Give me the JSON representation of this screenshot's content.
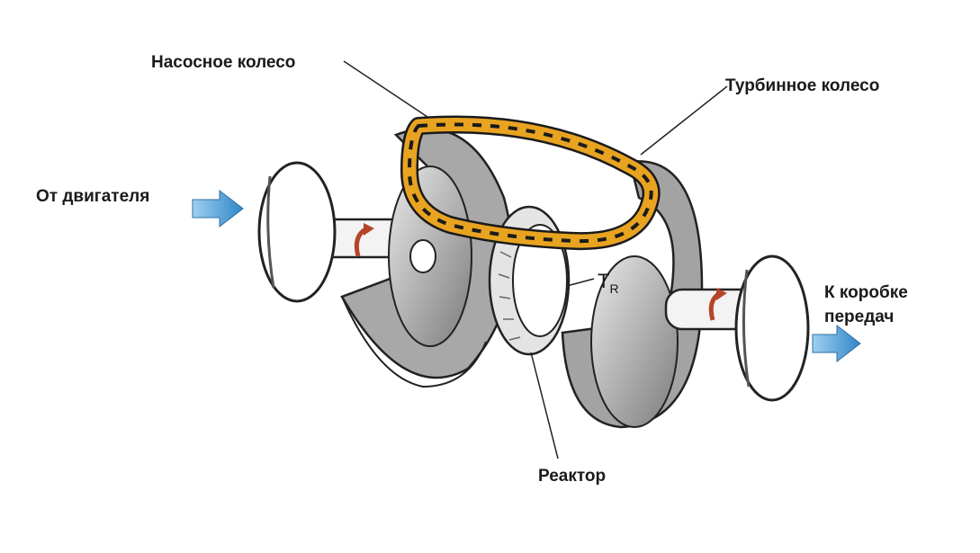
{
  "labels": {
    "pump_wheel": "Насосное колесо",
    "turbine_wheel": "Турбинное колесо",
    "from_engine": "От двигателя",
    "to_gearbox_line1": "К коробке",
    "to_gearbox_line2": "передач",
    "reactor": "Реактор",
    "torque_symbol": "T",
    "torque_subscript": "R"
  },
  "colors": {
    "flow_orange": "#e8a321",
    "flow_arrow": "#1a1a1a",
    "input_output_arrow": "#4a9fd8",
    "rotation_arrow": "#b5452a",
    "part_gray": "#8c8c8c",
    "part_light": "#d7d7d7"
  },
  "icons": [
    "input-arrow-icon",
    "output-arrow-icon",
    "rotation-arrow-icon"
  ]
}
